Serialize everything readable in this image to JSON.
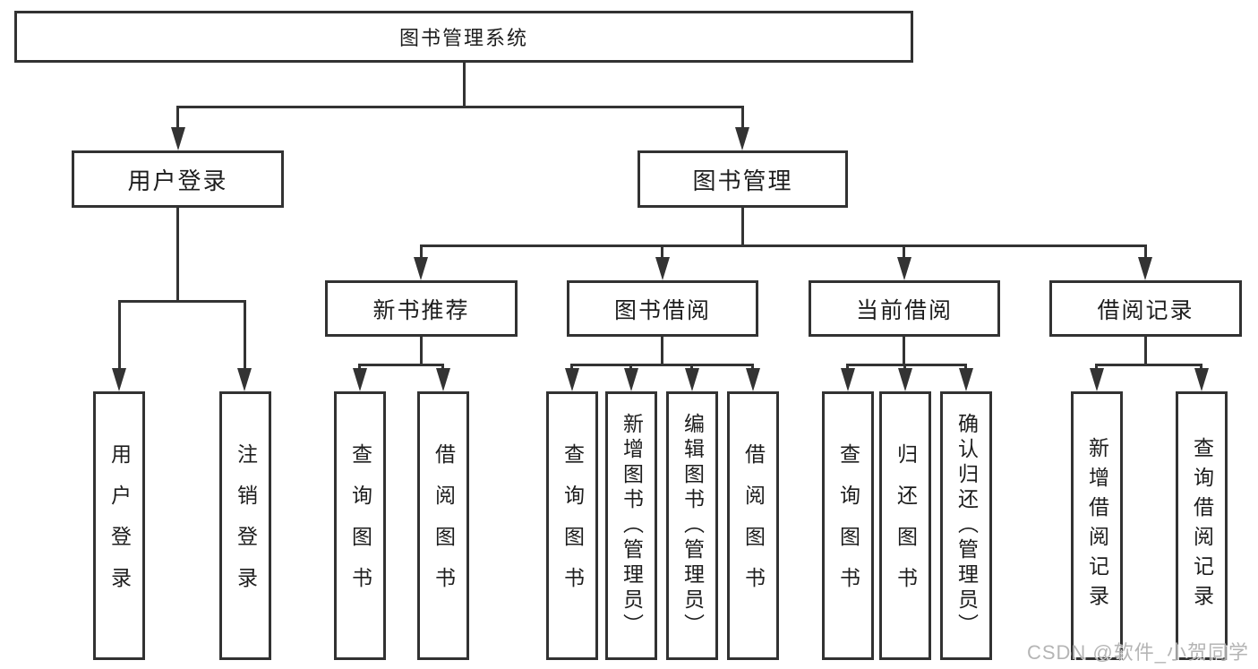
{
  "colors": {
    "background": "#ffffff",
    "line": "#333333",
    "box_border": "#323232",
    "text": "#1d1d1d",
    "watermark": "#b2b2b2"
  },
  "root": {
    "label": "图书管理系统"
  },
  "level2": {
    "user_login": {
      "label": "用户登录"
    },
    "book_management": {
      "label": "图书管理"
    }
  },
  "level3": {
    "new_book_recommend": {
      "label": "新书推荐"
    },
    "book_borrow": {
      "label": "图书借阅"
    },
    "current_borrow": {
      "label": "当前借阅"
    },
    "borrow_record": {
      "label": "借阅记录"
    }
  },
  "leaves": {
    "login": {
      "label": "用户登录"
    },
    "logout": {
      "label": "注销登录"
    },
    "recommend_query_book": {
      "label": "查询图书"
    },
    "recommend_borrow_book": {
      "label": "借阅图书"
    },
    "borrow_query_book": {
      "label": "查询图书"
    },
    "borrow_add_book": {
      "label": "新增图书（管理员）"
    },
    "borrow_edit_book": {
      "label": "编辑图书（管理员）"
    },
    "borrow_borrow_book": {
      "label": "借阅图书"
    },
    "current_query_book": {
      "label": "查询图书"
    },
    "current_return_book": {
      "label": "归还图书"
    },
    "current_confirm_return": {
      "label": "确认归还（管理员）"
    },
    "record_add_record": {
      "label": "新增借阅记录"
    },
    "record_query_record": {
      "label": "查询借阅记录"
    }
  },
  "watermark": {
    "text": "CSDN @软件_小贺同学"
  }
}
